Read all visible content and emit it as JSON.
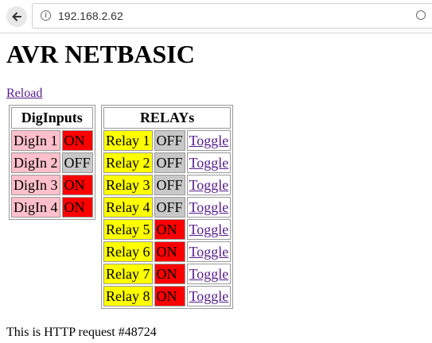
{
  "browser": {
    "url": "192.168.2.62"
  },
  "page": {
    "title": "AVR NETBASIC",
    "reload_label": "Reload",
    "footer": "This is HTTP request #48724"
  },
  "dig_inputs": {
    "header": "DigInputs",
    "rows": [
      {
        "label": "DigIn 1",
        "state": "ON"
      },
      {
        "label": "DigIn 2",
        "state": "OFF"
      },
      {
        "label": "DigIn 3",
        "state": "ON"
      },
      {
        "label": "DigIn 4",
        "state": "ON"
      }
    ]
  },
  "relays": {
    "header": "RELAYs",
    "toggle_label": "Toggle",
    "rows": [
      {
        "label": "Relay 1",
        "state": "OFF"
      },
      {
        "label": "Relay 2",
        "state": "OFF"
      },
      {
        "label": "Relay 3",
        "state": "OFF"
      },
      {
        "label": "Relay 4",
        "state": "OFF"
      },
      {
        "label": "Relay 5",
        "state": "ON"
      },
      {
        "label": "Relay 6",
        "state": "ON"
      },
      {
        "label": "Relay 7",
        "state": "ON"
      },
      {
        "label": "Relay 8",
        "state": "ON"
      }
    ]
  },
  "colors": {
    "on": "#ff0000",
    "off": "#c8c8c8",
    "digin_label": "#ffc0cb",
    "relay_label": "#ffff00",
    "link": "#551a8b"
  }
}
